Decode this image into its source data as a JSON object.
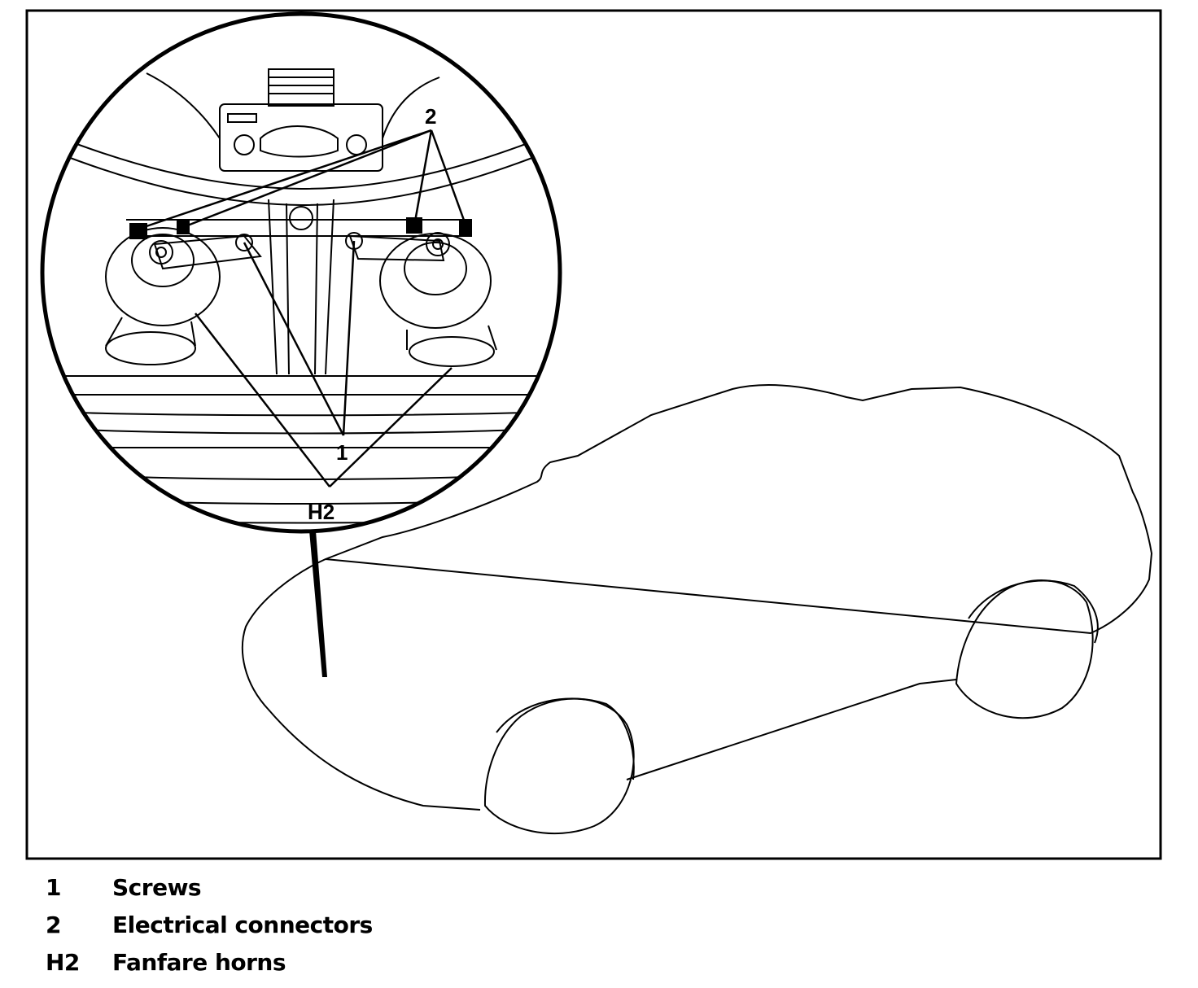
{
  "callouts": {
    "screws": "1",
    "connectors": "2",
    "horns": "H2"
  },
  "legend": [
    {
      "key": "1",
      "label": "Screws"
    },
    {
      "key": "2",
      "label": "Electrical connectors"
    },
    {
      "key": "H2",
      "label": "Fanfare horns"
    }
  ]
}
